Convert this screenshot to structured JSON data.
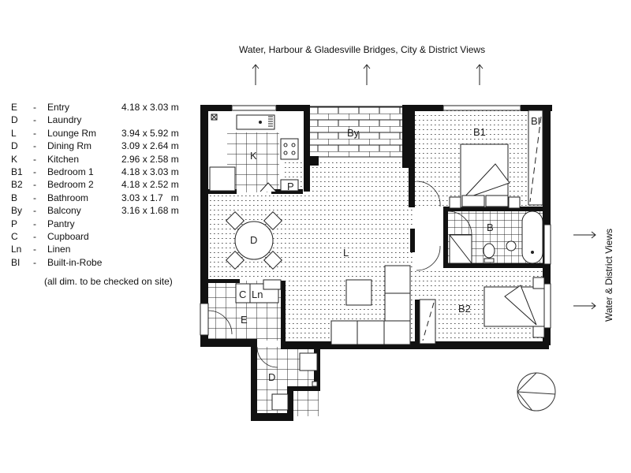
{
  "views": {
    "top": "Water, Harbour & Gladesville Bridges, City & District Views",
    "side": "Water & District Views"
  },
  "legend": {
    "items": [
      {
        "code": "E",
        "name": "Entry",
        "dim": "4.18 x 3.03 m"
      },
      {
        "code": "D",
        "name": "Laundry",
        "dim": ""
      },
      {
        "code": "L",
        "name": "Lounge Rm",
        "dim": "3.94 x 5.92 m"
      },
      {
        "code": "D",
        "name": "Dining Rm",
        "dim": "3.09 x 2.64 m"
      },
      {
        "code": "K",
        "name": "Kitchen",
        "dim": "2.96 x 2.58 m"
      },
      {
        "code": "B1",
        "name": "Bedroom 1",
        "dim": "4.18 x 3.03 m"
      },
      {
        "code": "B2",
        "name": "Bedroom 2",
        "dim": "4.18 x 2.52 m"
      },
      {
        "code": "B",
        "name": "Bathroom",
        "dim": "3.03 x 1.7   m"
      },
      {
        "code": "By",
        "name": "Balcony",
        "dim": "3.16 x 1.68 m"
      },
      {
        "code": "P",
        "name": "Pantry",
        "dim": ""
      },
      {
        "code": "C",
        "name": "Cupboard",
        "dim": ""
      },
      {
        "code": "Ln",
        "name": "Linen",
        "dim": ""
      },
      {
        "code": "BI",
        "name": "Built-in-Robe",
        "dim": ""
      }
    ],
    "note": "(all dim. to be checked on site)"
  },
  "rooms": {
    "kitchen": "K",
    "balcony": "By",
    "bedroom1": "B1",
    "builtin": "BI",
    "bathroom": "B",
    "dining": "D",
    "lounge": "L",
    "cupboard": "C",
    "linen": "Ln",
    "entry": "E",
    "laundry": "D",
    "bedroom2": "B2",
    "pantry": "P"
  },
  "icons": {
    "view_arrow": "arrow-icon",
    "compass": "north-point-icon"
  }
}
